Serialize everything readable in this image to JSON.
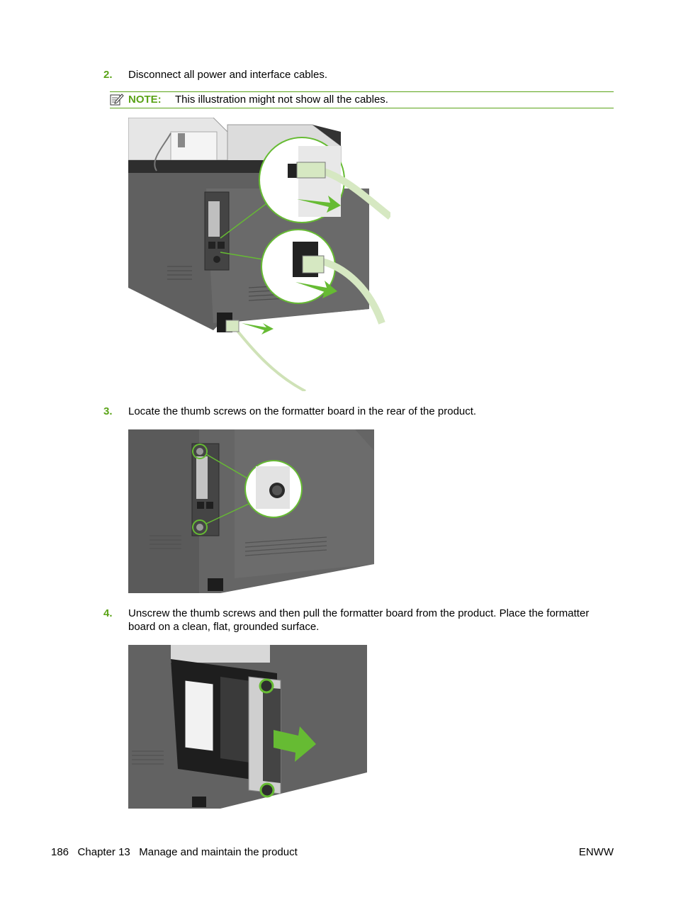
{
  "steps": [
    {
      "number": "2.",
      "text": "Disconnect all power and interface cables."
    },
    {
      "number": "3.",
      "text": "Locate the thumb screws on the formatter board in the rear of the product."
    },
    {
      "number": "4.",
      "text": "Unscrew the thumb screws and then pull the formatter board from the product. Place the formatter board on a clean, flat, grounded surface."
    }
  ],
  "note": {
    "icon": "note-pencil-icon",
    "label": "NOTE:",
    "text": "This illustration might not show all the cables."
  },
  "footer": {
    "page_number": "186",
    "chapter": "Chapter 13",
    "chapter_title": "Manage and maintain the product",
    "right": "ENWW"
  },
  "colors": {
    "accent": "#5aa317",
    "printer_dark": "#555555",
    "printer_light": "#d9d9d9",
    "callout_arrow": "#66bb33",
    "cable": "#d6e8c2"
  }
}
